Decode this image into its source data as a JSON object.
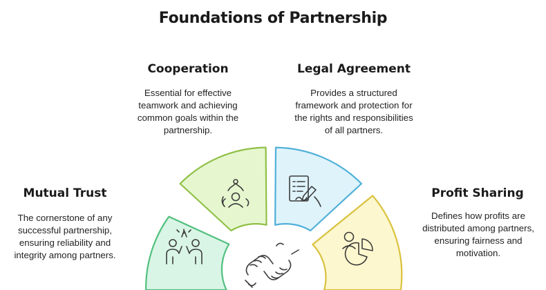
{
  "title": "Foundations of Partnership",
  "colors": {
    "trust": "#d9f5e6",
    "trust_stroke": "#52c07f",
    "cooperation": "#e6f7cf",
    "cooperation_stroke": "#8fc046",
    "legal": "#dff3fb",
    "legal_stroke": "#4fb0d8",
    "profit": "#fdf7cf",
    "profit_stroke": "#d9c13d"
  },
  "sections": {
    "trust": {
      "heading": "Mutual Trust",
      "description": "The cornerstone of any successful partnership, ensuring reliability and integrity among partners.",
      "icon": "high-five-icon"
    },
    "cooperation": {
      "heading": "Cooperation",
      "description": "Essential for effective teamwork and achieving common goals within the partnership.",
      "icon": "team-network-icon"
    },
    "legal": {
      "heading": "Legal Agreement",
      "description": "Provides a structured framework and protection for the rights and responsibilities of all partners.",
      "icon": "contract-signing-icon"
    },
    "profit": {
      "heading": "Profit Sharing",
      "description": "Defines how profits are distributed among partners, ensuring fairness and motivation.",
      "icon": "pie-chart-user-icon"
    }
  },
  "center_icon": "handshake-icon"
}
